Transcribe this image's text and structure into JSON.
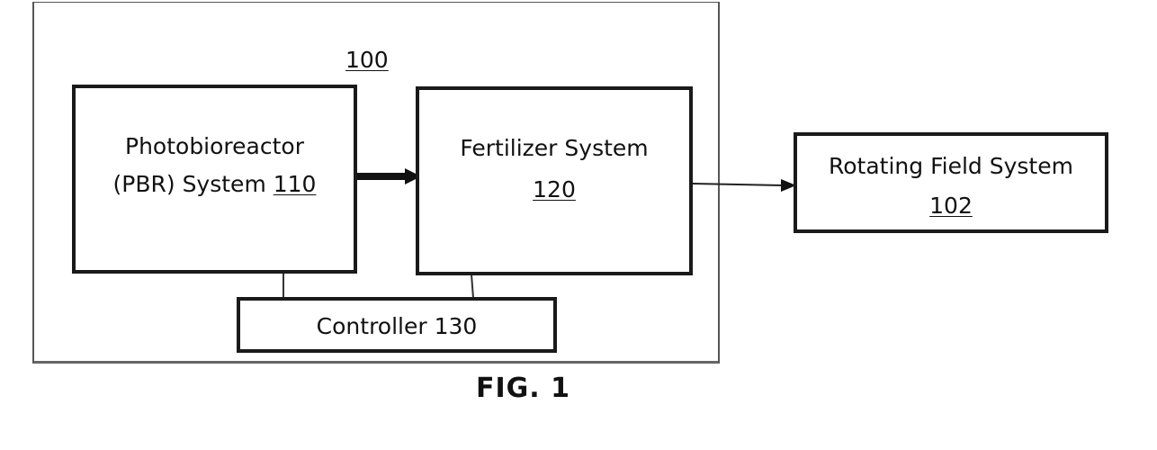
{
  "system": {
    "ref": "100"
  },
  "pbr": {
    "line1": "Photobioreactor",
    "line2_prefix": "(PBR) System ",
    "ref": "110"
  },
  "fertilizer": {
    "line1": "Fertilizer System",
    "ref": "120"
  },
  "controller": {
    "label": "Controller 130"
  },
  "rotating_field": {
    "line1": "Rotating Field System",
    "ref": "102"
  },
  "caption": "FIG. 1"
}
